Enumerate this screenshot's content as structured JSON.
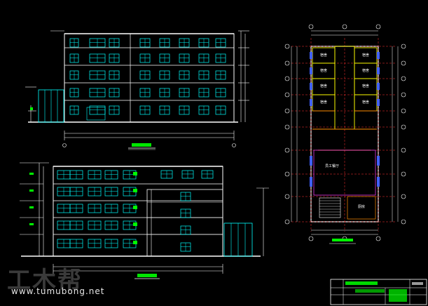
{
  "watermark": {
    "logo_text": "工木帮",
    "url": "www.tumubong.net"
  },
  "drawing": {
    "front_elevation_label": "",
    "rear_elevation_label": "",
    "plan_room_labels": [
      "宿舍",
      "宿舍",
      "宿舍",
      "宿舍",
      "宿舍",
      "宿舍",
      "宿舍",
      "宿舍",
      "员工餐厅",
      "厨房"
    ]
  },
  "colors": {
    "background": "#000000",
    "line_white": "#ffffff",
    "line_cyan": "#00ffff",
    "line_green": "#00ff00",
    "line_yellow": "#ffff00",
    "line_red": "#ff3030",
    "line_orange": "#ff8c00",
    "line_magenta": "#ff40ff",
    "line_blue": "#4060ff"
  },
  "title_block": {
    "school": "",
    "project": ""
  }
}
